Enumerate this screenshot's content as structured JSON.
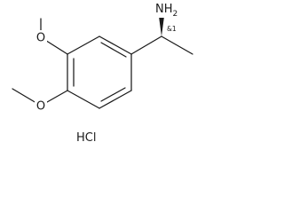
{
  "molecule": {
    "amine_label": "NH",
    "amine_subscript": "2",
    "stereo_label": "&1",
    "methoxy_top_label": "O",
    "methoxy_bottom_label": "O",
    "counterion_label": "HCl"
  }
}
